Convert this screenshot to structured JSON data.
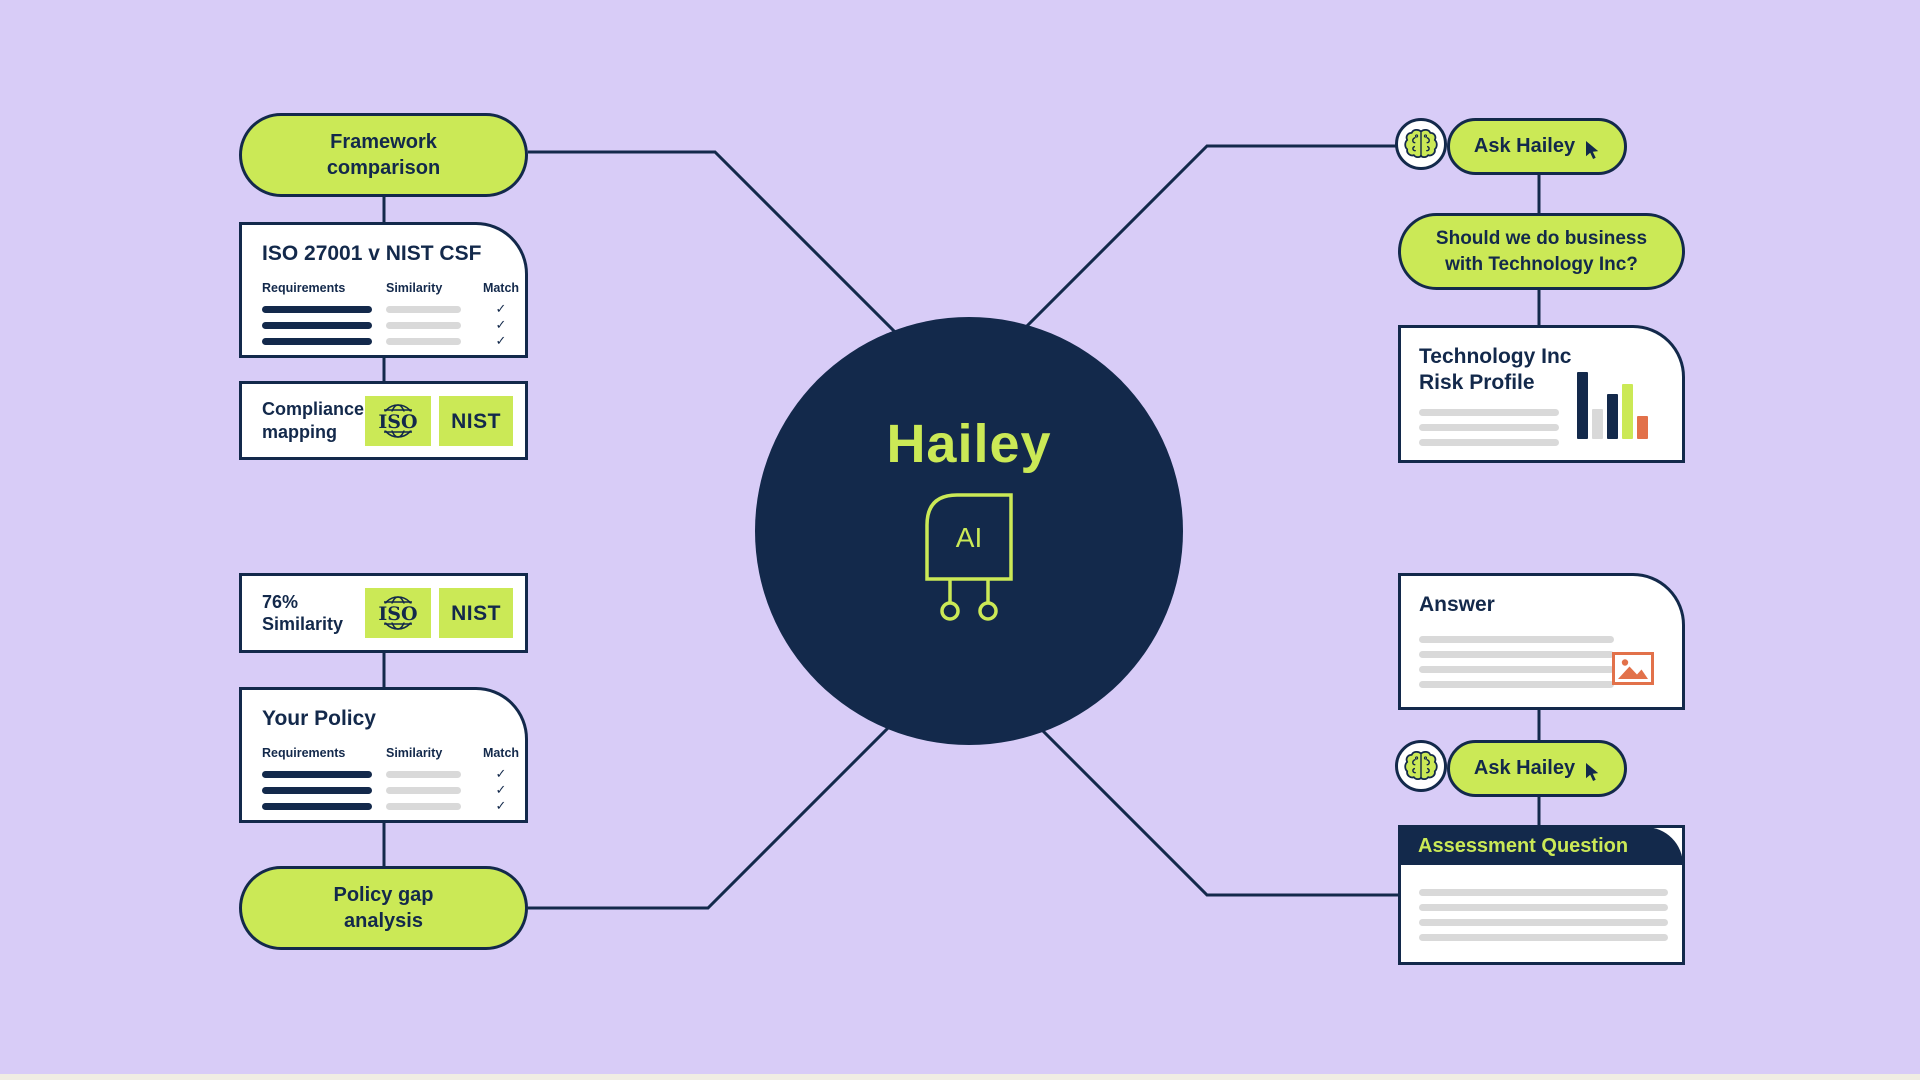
{
  "colors": {
    "background": "#d8ccf7",
    "navy": "#13294b",
    "lime": "#cbe956",
    "gray": "#d9d9d9",
    "orange": "#e2714a"
  },
  "center": {
    "name": "Hailey",
    "chip_label": "AI"
  },
  "table": {
    "requirements": "Requirements",
    "similarity": "Similarity",
    "match": "Match",
    "check": "✓"
  },
  "logos": {
    "iso": "ISO",
    "nist": "NIST"
  },
  "left": {
    "framework_pill": "Framework comparison",
    "iso_card": {
      "title": "ISO 27001 v NIST CSF"
    },
    "compliance_card": {
      "label": "Compliance mapping"
    },
    "similarity_card": {
      "label": "76% Similarity"
    },
    "policy_card": {
      "title": "Your Policy"
    },
    "gap_pill": "Policy gap analysis"
  },
  "right": {
    "ask_hailey_top": {
      "label": "Ask Hailey"
    },
    "question_pill": "Should we do business with Technology Inc?",
    "risk_card": {
      "title": "Technology Inc Risk Profile",
      "chart": {
        "type": "bar",
        "bars": [
          {
            "color": "#13294b",
            "h": 67
          },
          {
            "color": "#d9d9d9",
            "h": 30
          },
          {
            "color": "#13294b",
            "h": 45
          },
          {
            "color": "#cbe956",
            "h": 55
          },
          {
            "color": "#e2714a",
            "h": 23
          }
        ]
      }
    },
    "answer_card": {
      "title": "Answer"
    },
    "ask_hailey_bottom": {
      "label": "Ask Hailey"
    },
    "assessment_card": {
      "title": "Assessment Question"
    }
  }
}
